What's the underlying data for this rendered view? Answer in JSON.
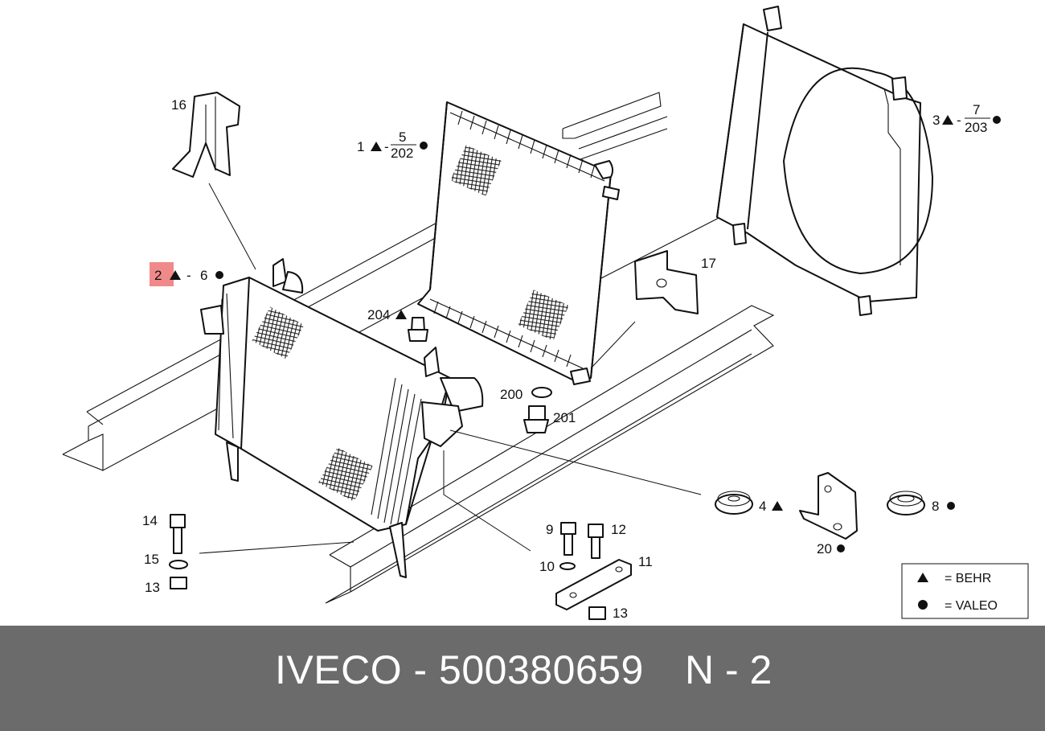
{
  "callouts": {
    "c1": "1",
    "c5": "5",
    "c202": "202",
    "c2": "2",
    "c6": "6",
    "c3": "3",
    "c7": "7",
    "c203": "203",
    "c4": "4",
    "c8": "8",
    "c20": "20",
    "c9": "9",
    "c10": "10",
    "c11": "11",
    "c12": "12",
    "c13a": "13",
    "c13b": "13",
    "c14": "14",
    "c15": "15",
    "c16": "16",
    "c17": "17",
    "c200": "200",
    "c201": "201",
    "c204": "204",
    "dash": "-"
  },
  "legend": {
    "behr_label": "= BEHR",
    "valeo_label": "= VALEO"
  },
  "highlight": {
    "callout": "2",
    "color": "#f08a8a"
  },
  "footer": {
    "title": "IVECO - 500380659",
    "sheet": "N - 2",
    "background": "#6b6b6b"
  }
}
